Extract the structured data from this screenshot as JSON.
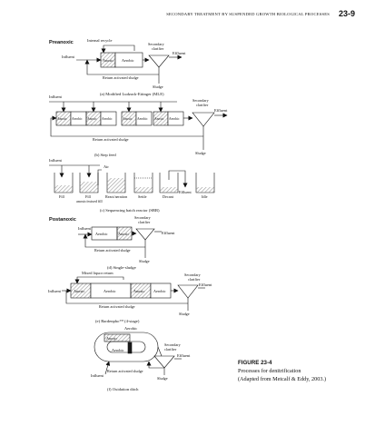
{
  "header": {
    "running_title": "SECONDARY TREATMENT BY SUSPENDED GROWTH BIOLOGICAL PROCESSES",
    "page_number": "23-9"
  },
  "sections": {
    "preanoxic": "Preanoxic",
    "postanoxic": "Postanoxic"
  },
  "diagram_a": {
    "internal_recycle": "Internal recycle",
    "influent": "Influent",
    "anoxic": "Anoxic",
    "aerobic": "Aerobic",
    "secondary_clarifier": [
      "Secondary",
      "clarifier"
    ],
    "effluent": "Effluent",
    "return_sludge": "Return activated sludge",
    "sludge": "Sludge",
    "caption": "(a) Modified Ludzack-Ettinger (MLE)"
  },
  "diagram_b": {
    "influent": "Influent",
    "tanks": [
      "Anoxic",
      "Aerobic",
      "Anoxic",
      "Aerobic",
      "Anoxic",
      "Aerobic",
      "Anoxic",
      "Aerobic"
    ],
    "secondary_clarifier": [
      "Secondary",
      "clarifier"
    ],
    "effluent": "Effluent",
    "return_sludge": "Return activated sludge",
    "sludge": "Sludge",
    "caption": "(b) Step feed"
  },
  "diagram_c": {
    "influent": "Influent",
    "air": "Air",
    "effluent": "Effluent",
    "stages": [
      "Fill",
      "Fill",
      "React/aeration",
      "Settle",
      "Decant",
      "Idle"
    ],
    "stage_note": [
      "anoxic/mixed fill"
    ],
    "caption": "(c) Sequencing batch reactor (SBR)"
  },
  "diagram_d": {
    "influent": "Influent",
    "aerobic": "Aerobic",
    "anoxic": "Anoxic",
    "secondary_clarifier": [
      "Secondary",
      "clarifier"
    ],
    "effluent": "Effluent",
    "return_sludge": "Return activated sludge",
    "sludge": "Sludge",
    "caption": "(d) Single-sludge"
  },
  "diagram_e": {
    "mixed_liquor_return": "Mixed liquor return",
    "influent": "Influent",
    "tanks": [
      "Anoxic",
      "Aerobic",
      "Anoxic",
      "Aerobic"
    ],
    "secondary_clarifier": [
      "Secondary",
      "clarifier"
    ],
    "effluent": "Effluent",
    "return_sludge": "Return activated sludge",
    "sludge": "Sludge",
    "caption": "(e) Bardenpho™ (4-stage)"
  },
  "diagram_f": {
    "aerobic_top": "Aerobic",
    "anoxic": "Anoxic",
    "aerobic_inner": "Aerobic",
    "secondary_clarifier": [
      "Secondary",
      "clarifier"
    ],
    "effluent": "Effluent",
    "return_sludge": "Return activated sludge",
    "influent": "Influent",
    "sludge": "Sludge",
    "caption": "(f) Oxidation ditch"
  },
  "figure": {
    "title": "FIGURE 23-4",
    "description": "Processes for denitrification",
    "source": "(Adapted from Metcalf & Eddy, 2003.)"
  },
  "colors": {
    "ink": "#111111",
    "hatch": "#9a9a9a",
    "baffle": "#1a1a1a"
  }
}
